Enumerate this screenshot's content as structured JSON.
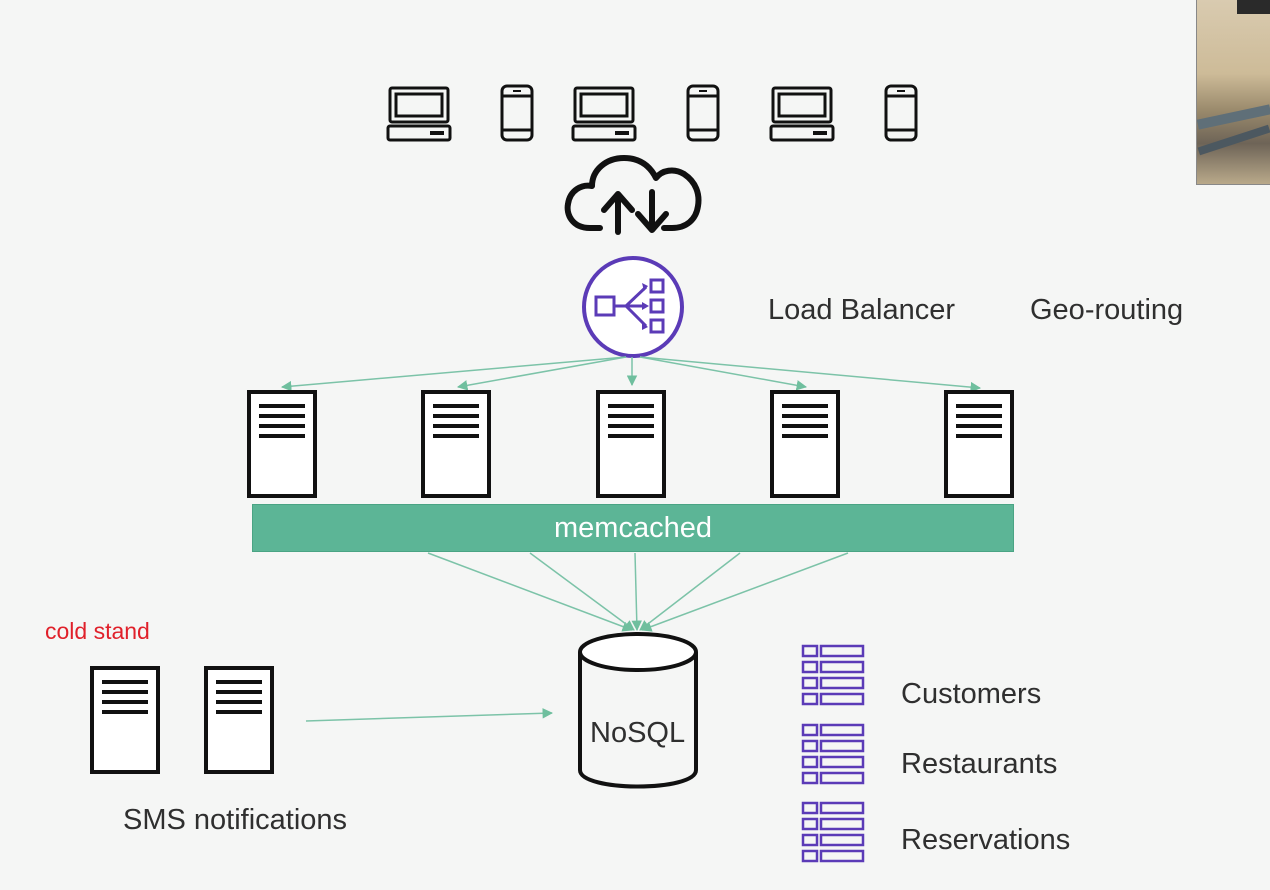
{
  "labels": {
    "load_balancer": "Load Balancer",
    "geo_routing": "Geo-routing",
    "memcached": "memcached",
    "nosql": "NoSQL",
    "cold_stand": "cold stand",
    "sms_notifications": "SMS notifications"
  },
  "tables": [
    {
      "label": "Customers"
    },
    {
      "label": "Restaurants"
    },
    {
      "label": "Reservations"
    }
  ],
  "icons": {
    "clients": [
      "laptop-icon",
      "phone-icon",
      "laptop-icon",
      "phone-icon",
      "laptop-icon",
      "phone-icon"
    ],
    "cloud": "cloud-upload-download-icon",
    "load_balancer": "load-balancer-icon",
    "web_servers": [
      "server-icon",
      "server-icon",
      "server-icon",
      "server-icon",
      "server-icon"
    ],
    "database": "database-cylinder-icon",
    "tables": "table-icon",
    "sms_servers": [
      "server-icon",
      "server-icon"
    ]
  },
  "colors": {
    "memcached_bar": "#5cb596",
    "arrows": "#7cc3a8",
    "load_balancer": "#5b3bb7",
    "tables": "#5b3bb7",
    "cold_stand_text": "#e0202a",
    "stroke": "#111111"
  }
}
